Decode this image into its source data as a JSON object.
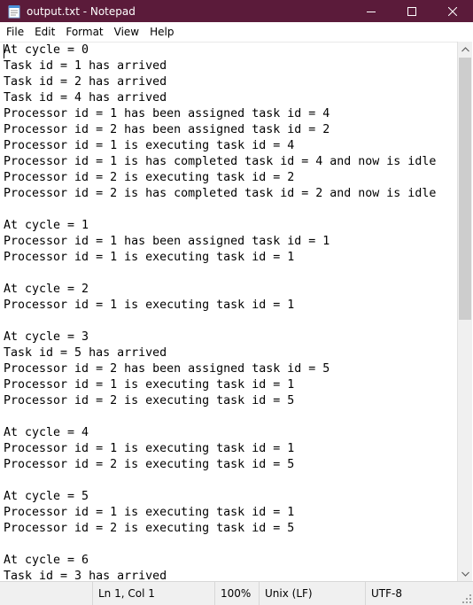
{
  "window": {
    "title": "output.txt - Notepad",
    "titlebar_color": "#5b1b3a"
  },
  "icons": {
    "app": "notepad-icon",
    "minimize": "minimize-icon",
    "maximize": "maximize-icon",
    "close": "close-icon",
    "scroll_up": "chevron-up-icon",
    "scroll_down": "chevron-down-icon"
  },
  "menu": {
    "items": [
      "File",
      "Edit",
      "Format",
      "View",
      "Help"
    ]
  },
  "editor": {
    "lines": [
      "At cycle = 0",
      "Task id = 1 has arrived",
      "Task id = 2 has arrived",
      "Task id = 4 has arrived",
      "Processor id = 1 has been assigned task id = 4",
      "Processor id = 2 has been assigned task id = 2",
      "Processor id = 1 is executing task id = 4",
      "Processor id = 1 is has completed task id = 4 and now is idle",
      "Processor id = 2 is executing task id = 2",
      "Processor id = 2 is has completed task id = 2 and now is idle",
      "",
      "At cycle = 1",
      "Processor id = 1 has been assigned task id = 1",
      "Processor id = 1 is executing task id = 1",
      "",
      "At cycle = 2",
      "Processor id = 1 is executing task id = 1",
      "",
      "At cycle = 3",
      "Task id = 5 has arrived",
      "Processor id = 2 has been assigned task id = 5",
      "Processor id = 1 is executing task id = 1",
      "Processor id = 2 is executing task id = 5",
      "",
      "At cycle = 4",
      "Processor id = 1 is executing task id = 1",
      "Processor id = 2 is executing task id = 5",
      "",
      "At cycle = 5",
      "Processor id = 1 is executing task id = 1",
      "Processor id = 2 is executing task id = 5",
      "",
      "At cycle = 6",
      "Task id = 3 has arrived"
    ]
  },
  "status": {
    "position": "Ln 1, Col 1",
    "zoom": "100%",
    "line_ending": "Unix (LF)",
    "encoding": "UTF-8"
  }
}
